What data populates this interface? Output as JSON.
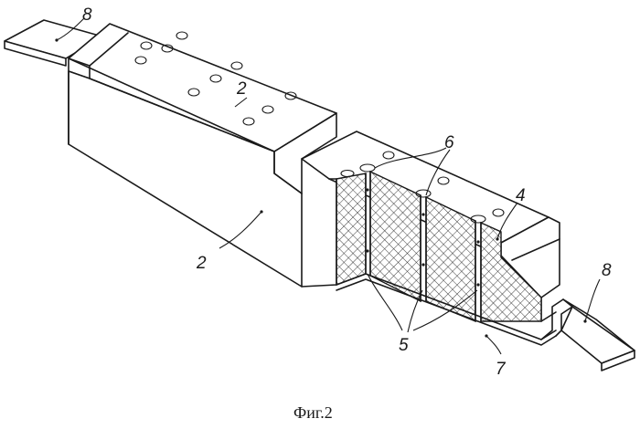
{
  "figure": {
    "caption": "Фиг.2",
    "labels": {
      "terminal_left": "8",
      "terminal_right": "8",
      "top_face": "2",
      "front_face": "2",
      "channels": "6",
      "filler": "4",
      "plates": "5",
      "strip": "7"
    }
  }
}
